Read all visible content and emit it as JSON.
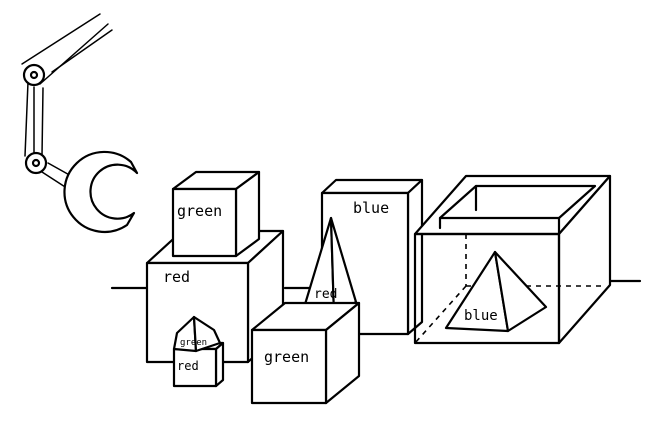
{
  "scene": {
    "labels": {
      "green_block_top": "green",
      "red_block_large": "red",
      "blue_block_tall": "blue",
      "red_pyramid_tall": "red",
      "green_block_front": "green",
      "green_pyramid_small": "green",
      "red_block_small": "red",
      "blue_pyramid_in_box": "blue"
    }
  }
}
